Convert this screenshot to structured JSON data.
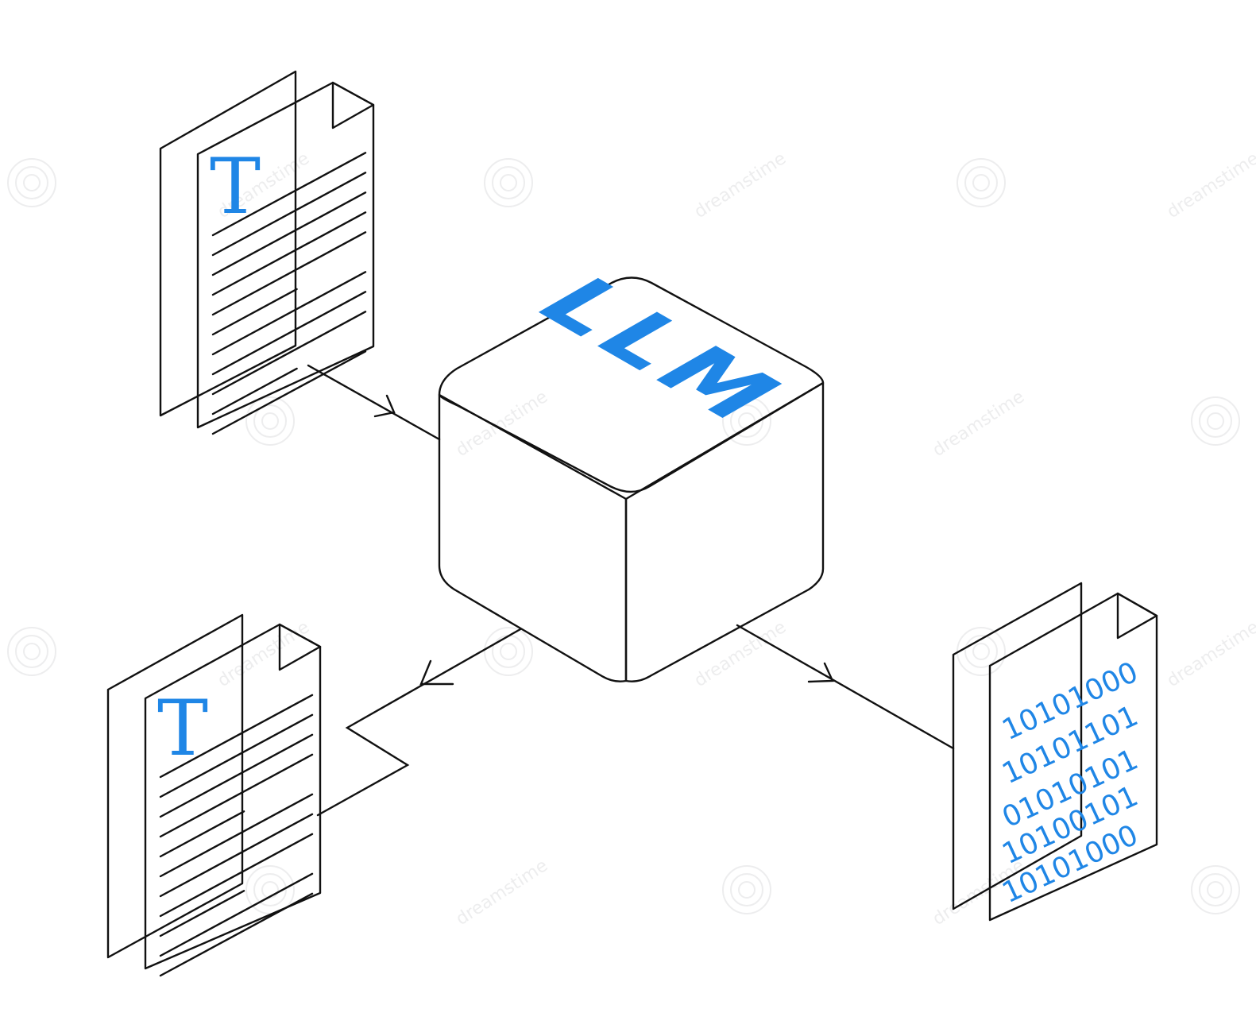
{
  "colors": {
    "accent": "#1f86e6",
    "shade": "#9da1a5",
    "paper": "#ffffff",
    "stroke": "#111111"
  },
  "model_block": {
    "label": "LLM"
  },
  "input_document": {
    "glyph": "T",
    "line_count": 11
  },
  "output_document": {
    "glyph": "T",
    "line_count": 11
  },
  "binary_document": {
    "rows": [
      "10101000",
      "10101101",
      "01010101",
      "10100101",
      "10101000"
    ]
  },
  "watermark": {
    "text": "dreamstime"
  }
}
